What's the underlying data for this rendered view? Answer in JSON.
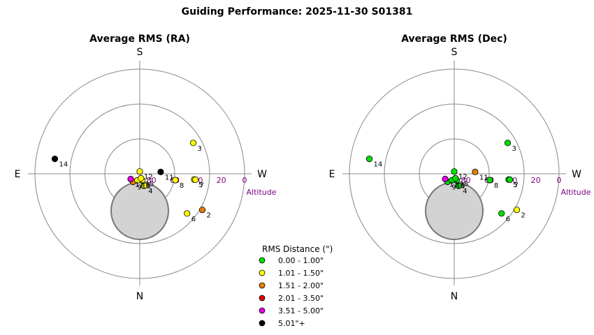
{
  "title": "Guiding Performance: 2025-11-30 S01381",
  "compass": {
    "top": "S",
    "bottom": "N",
    "left": "E",
    "right": "W"
  },
  "altitude_ticks": [
    "80",
    "60",
    "40",
    "20",
    "0"
  ],
  "altitude_label": "Altitude",
  "legend": {
    "title": "RMS Distance (\")",
    "items": [
      {
        "label": "0.00 - 1.00\"",
        "color": "#00e000"
      },
      {
        "label": "1.01 - 1.50\"",
        "color": "#ffff00"
      },
      {
        "label": "1.51 - 2.00\"",
        "color": "#e08000"
      },
      {
        "label": "2.01 - 3.50\"",
        "color": "#e00000"
      },
      {
        "label": "3.51 - 5.00\"",
        "color": "#e000e0"
      },
      {
        "label": "5.01\"+",
        "color": "#000000"
      }
    ]
  },
  "chart_data": [
    {
      "type": "scatter",
      "title": "Average RMS (RA)",
      "coordinate_system": "polar (azimuth, altitude); zenith at centre, horizon at outer ring",
      "points": [
        {
          "id": "1",
          "az": 340,
          "alt": 84,
          "category": "1.01 - 1.50\""
        },
        {
          "id": "2",
          "az": 300,
          "alt": 28,
          "category": "1.51 - 2.00\""
        },
        {
          "id": "3",
          "az": 240,
          "alt": 37,
          "category": "1.01 - 1.50\""
        },
        {
          "id": "4",
          "az": 340,
          "alt": 79,
          "category": "1.01 - 1.50\""
        },
        {
          "id": "5",
          "az": 276,
          "alt": 43,
          "category": "1.01 - 1.50\""
        },
        {
          "id": "6",
          "az": 310,
          "alt": 37,
          "category": "1.01 - 1.50\""
        },
        {
          "id": "7",
          "az": 276,
          "alt": 42,
          "category": "1.01 - 1.50\""
        },
        {
          "id": "8",
          "az": 280,
          "alt": 59,
          "category": "1.01 - 1.50\""
        },
        {
          "id": "9",
          "az": 40,
          "alt": 81,
          "category": "1.51 - 2.00\""
        },
        {
          "id": "10",
          "az": 20,
          "alt": 84,
          "category": "1.01 - 1.50\""
        },
        {
          "id": "11",
          "az": 265,
          "alt": 72,
          "category": "5.01\"+"
        },
        {
          "id": "12",
          "az": 180,
          "alt": 88,
          "category": "1.01 - 1.50\""
        },
        {
          "id": "13",
          "az": 60,
          "alt": 81,
          "category": "3.51 - 5.00\""
        },
        {
          "id": "14",
          "az": 100,
          "alt": 16,
          "category": "5.01\"+"
        },
        {
          "id": "15",
          "az": 345,
          "alt": 86,
          "category": "1.01 - 1.50\""
        }
      ]
    },
    {
      "type": "scatter",
      "title": "Average RMS (Dec)",
      "coordinate_system": "polar (azimuth, altitude); zenith at centre, horizon at outer ring",
      "points": [
        {
          "id": "1",
          "az": 340,
          "alt": 84,
          "category": "0.00 - 1.00\""
        },
        {
          "id": "2",
          "az": 300,
          "alt": 28,
          "category": "1.01 - 1.50\""
        },
        {
          "id": "3",
          "az": 240,
          "alt": 37,
          "category": "0.00 - 1.00\""
        },
        {
          "id": "4",
          "az": 340,
          "alt": 79,
          "category": "0.00 - 1.00\""
        },
        {
          "id": "5",
          "az": 276,
          "alt": 43,
          "category": "0.00 - 1.00\""
        },
        {
          "id": "6",
          "az": 310,
          "alt": 37,
          "category": "0.00 - 1.00\""
        },
        {
          "id": "7",
          "az": 276,
          "alt": 42,
          "category": "0.00 - 1.00\""
        },
        {
          "id": "8",
          "az": 280,
          "alt": 59,
          "category": "0.00 - 1.00\""
        },
        {
          "id": "9",
          "az": 40,
          "alt": 81,
          "category": "0.00 - 1.00\""
        },
        {
          "id": "10",
          "az": 20,
          "alt": 84,
          "category": "0.00 - 1.00\""
        },
        {
          "id": "11",
          "az": 265,
          "alt": 72,
          "category": "1.51 - 2.00\""
        },
        {
          "id": "12",
          "az": 180,
          "alt": 88,
          "category": "0.00 - 1.00\""
        },
        {
          "id": "13",
          "az": 60,
          "alt": 81,
          "category": "3.51 - 5.00\""
        },
        {
          "id": "14",
          "az": 100,
          "alt": 16,
          "category": "0.00 - 1.00\""
        },
        {
          "id": "15",
          "az": 345,
          "alt": 86,
          "category": "0.00 - 1.00\""
        }
      ]
    }
  ]
}
